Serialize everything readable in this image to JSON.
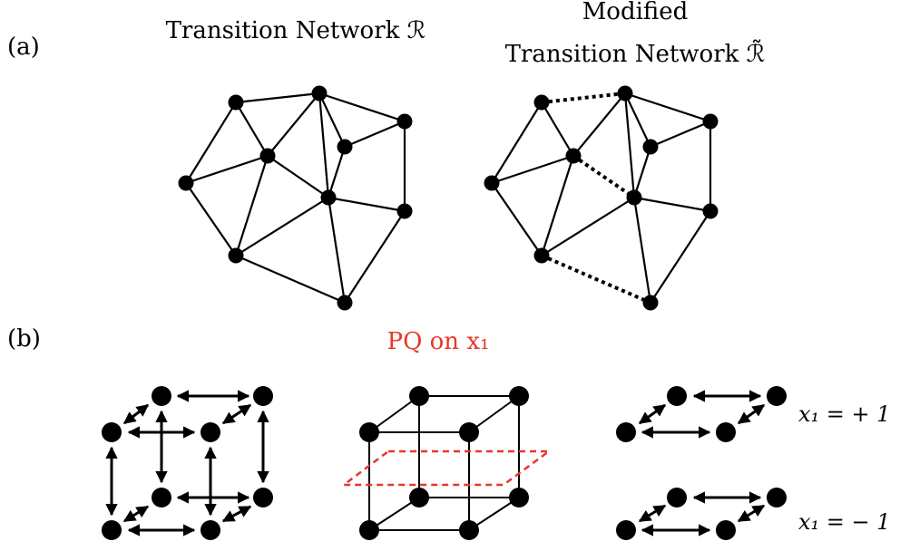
{
  "panel_a": {
    "label": "(a)",
    "left_title": "Transition Network ℛ",
    "right_title_line1": "Modified",
    "right_title_line2": "Transition Network ℛ̃"
  },
  "panel_b": {
    "label": "(b)",
    "pq_label": "PQ on x₁",
    "eq_top": "x₁ = + 1",
    "eq_bottom": "x₁ = − 1"
  },
  "colors": {
    "node": "#000000",
    "edge": "#000000",
    "accent_red": "#e8372c"
  }
}
